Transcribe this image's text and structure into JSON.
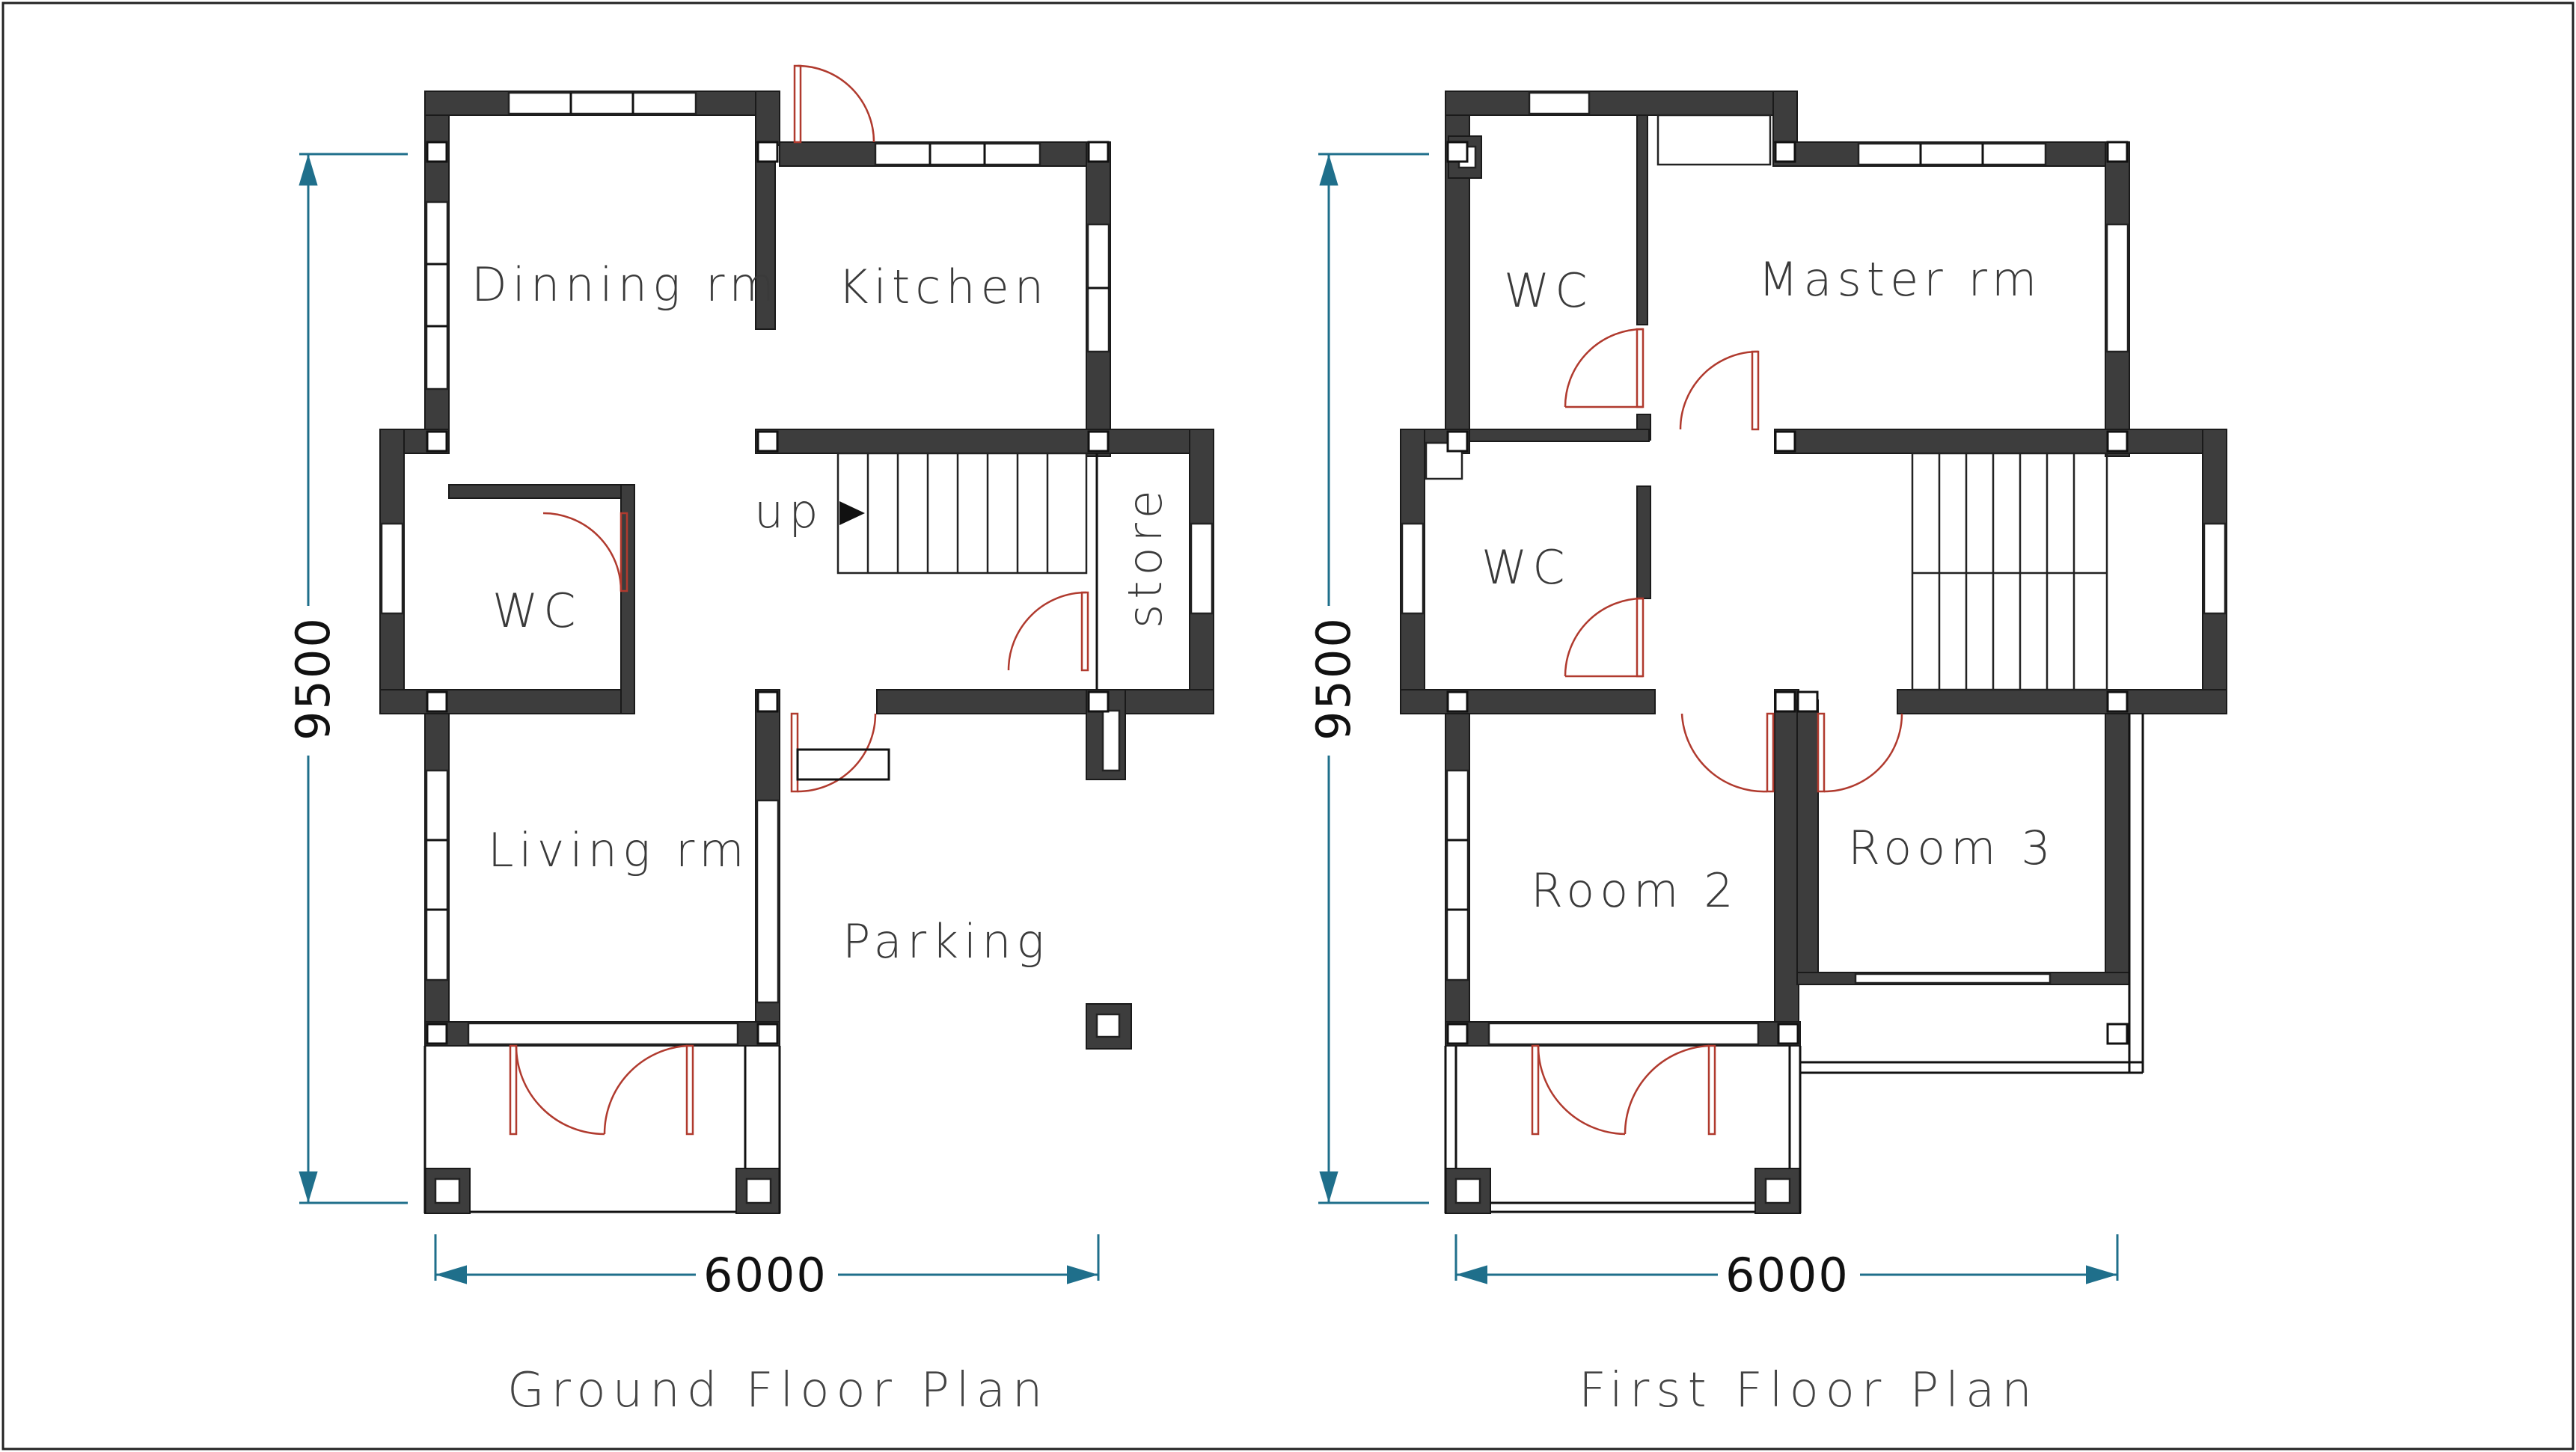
{
  "ground_floor": {
    "title": "Ground Floor Plan",
    "rooms": {
      "dining": "Dinning rm",
      "kitchen": "Kitchen",
      "wc": "WC",
      "up": "up",
      "store": "store",
      "living": "Living rm",
      "parking": "Parking"
    },
    "dims": {
      "height": "9500",
      "width": "6000"
    }
  },
  "first_floor": {
    "title": "First Floor Plan",
    "rooms": {
      "wc_top": "WC",
      "master": "Master rm",
      "wc_mid": "WC",
      "room2": "Room 2",
      "room3": "Room 3"
    },
    "dims": {
      "height": "9500",
      "width": "6000"
    }
  },
  "colors": {
    "wall": "#3d3d3d",
    "door": "#b03a2e",
    "dimension": "#1f6f8b"
  }
}
